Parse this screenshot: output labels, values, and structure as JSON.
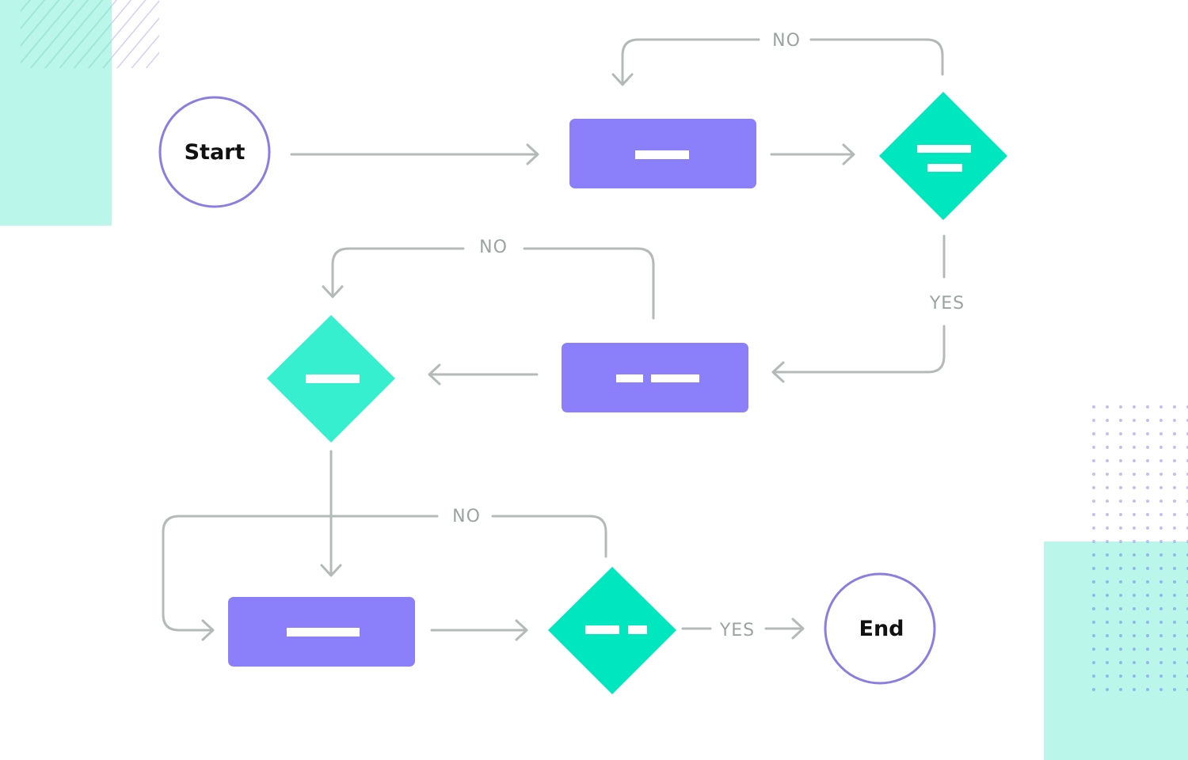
{
  "diagram": {
    "nodes": {
      "start": {
        "label": "Start"
      },
      "end": {
        "label": "End"
      }
    },
    "edge_labels": {
      "top_no": "NO",
      "decision1_yes": "YES",
      "middle_no": "NO",
      "bottom_no": "NO",
      "decision3_yes": "YES"
    }
  },
  "colors": {
    "process": "#8b80f9",
    "decision": "#00e6bf",
    "decision_light": "#35efcf",
    "terminal_border": "#8c7ee0",
    "connector": "#b3bab7",
    "label": "#9aa3a0",
    "accent_mint": "#bbf6ea",
    "accent_lavender": "#c7c3f2"
  }
}
